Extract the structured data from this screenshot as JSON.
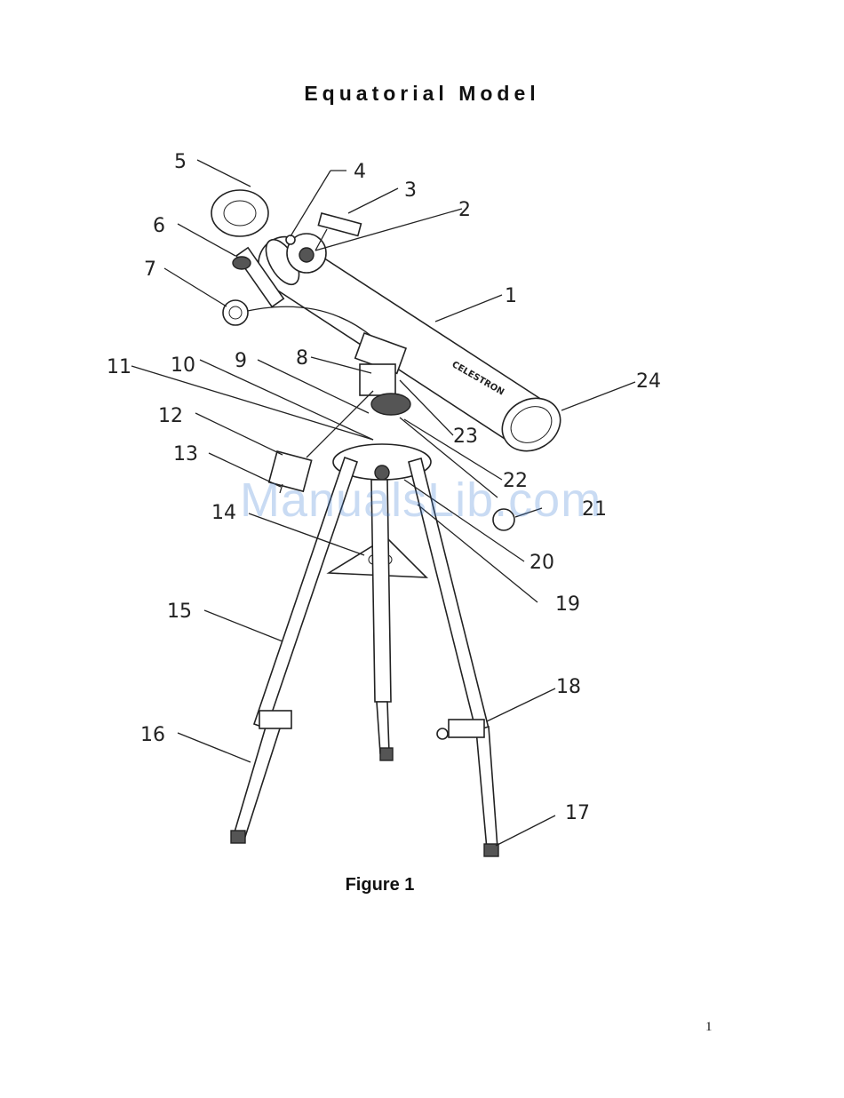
{
  "title": "Equatorial Model",
  "caption": "Figure 1",
  "page_number": "1",
  "watermark": "ManualsLib.com",
  "callouts": [
    "1",
    "2",
    "3",
    "4",
    "5",
    "6",
    "7",
    "8",
    "9",
    "10",
    "11",
    "12",
    "13",
    "14",
    "15",
    "16",
    "17",
    "18",
    "19",
    "20",
    "21",
    "22",
    "23",
    "24"
  ],
  "tube_logo": "CELESTRON"
}
